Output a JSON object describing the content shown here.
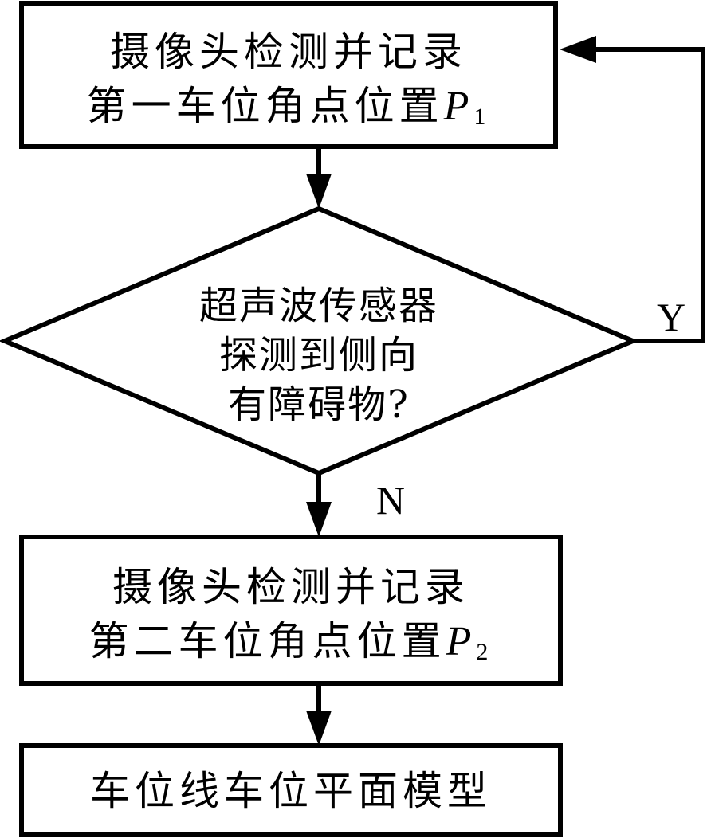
{
  "steps": {
    "detect_p1": {
      "line1": "摄像头检测并记录",
      "line2_prefix": "第一车位角点位置",
      "var": "P",
      "sub": "1"
    },
    "decision": {
      "line1": "超声波传感器",
      "line2": "探测到侧向",
      "line3": "有障碍物?",
      "yes_label": "Y",
      "no_label": "N"
    },
    "detect_p2": {
      "line1": "摄像头检测并记录",
      "line2_prefix": "第二车位角点位置",
      "var": "P",
      "sub": "2"
    },
    "model": {
      "label": "车位线车位平面模型"
    }
  }
}
